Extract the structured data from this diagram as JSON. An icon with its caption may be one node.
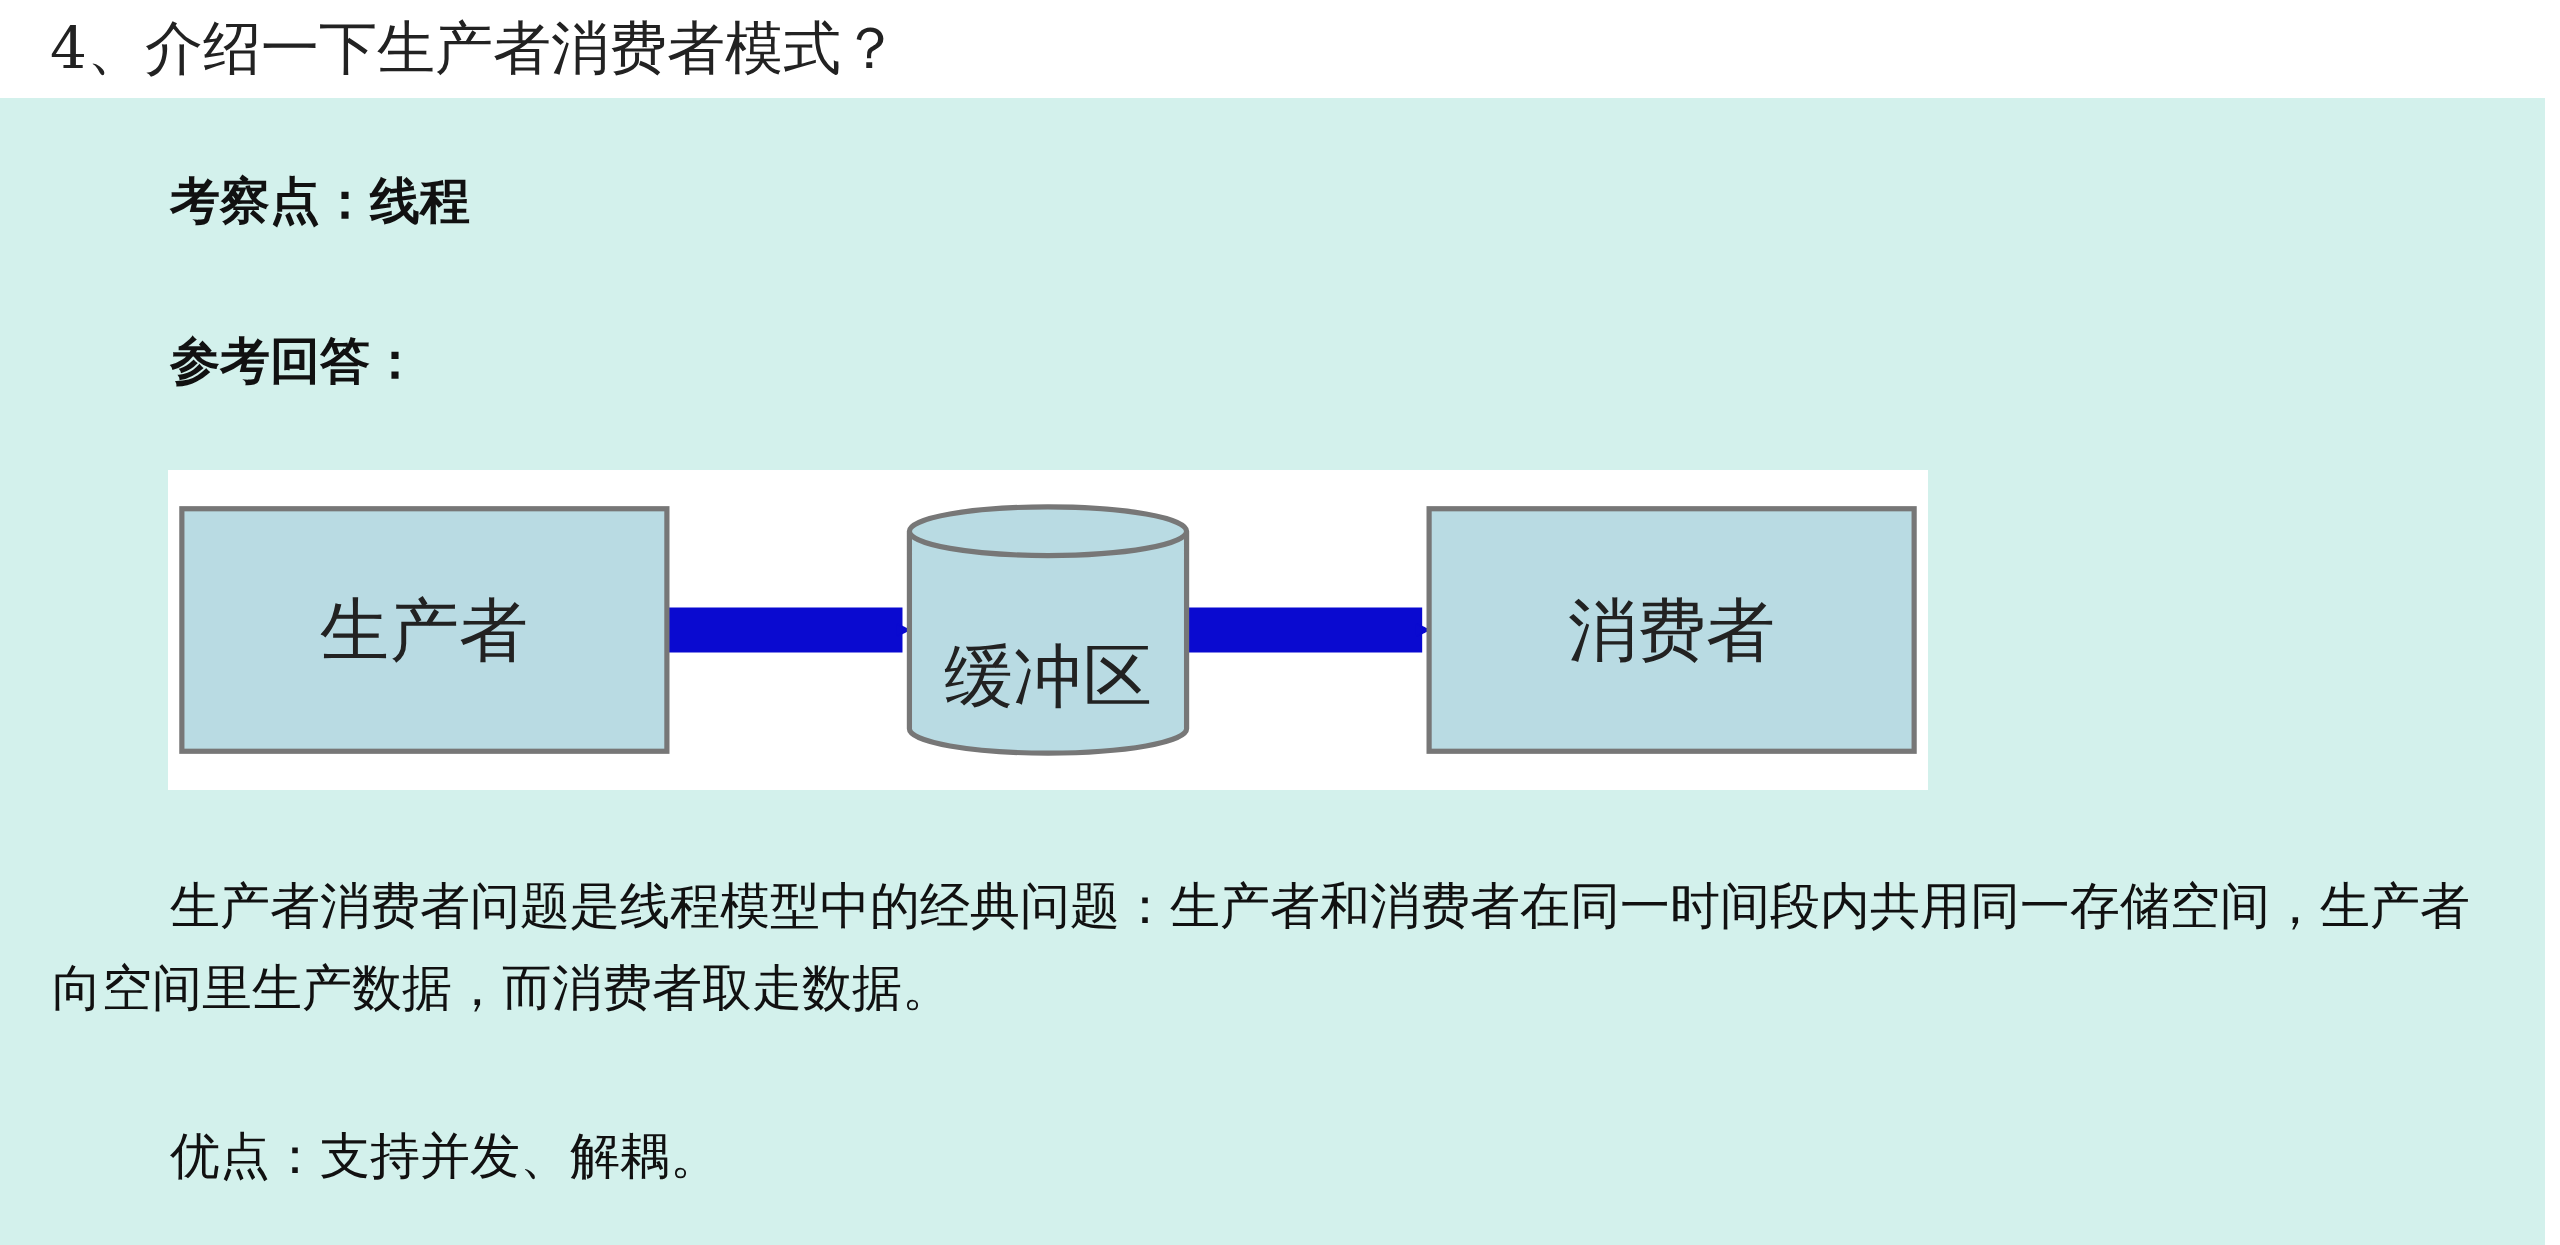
{
  "diagram": {
    "title": "4、介绍一下生产者消费者模式？",
    "nodes": [
      {
        "text": [
          "生产者"
        ]
      },
      {
        "text": [
          "缓冲区"
        ]
      },
      {
        "text": [
          "消费者"
        ]
      }
    ],
    "edges": [
      {
        "from": 0,
        "to": 1,
        "arrow": "to"
      },
      {
        "from": 1,
        "to": 2,
        "arrow": "to"
      }
    ],
    "labels": [
      "考察点：线程",
      "参考回答：",
      "生产者消费者问题是线程模型中的经典问题：生产者和消费者在同一时间段内共用同一存储空间，生产者向空间里生产数据，而消费者取走数据。",
      "优点：支持并发、解耦。"
    ]
  }
}
